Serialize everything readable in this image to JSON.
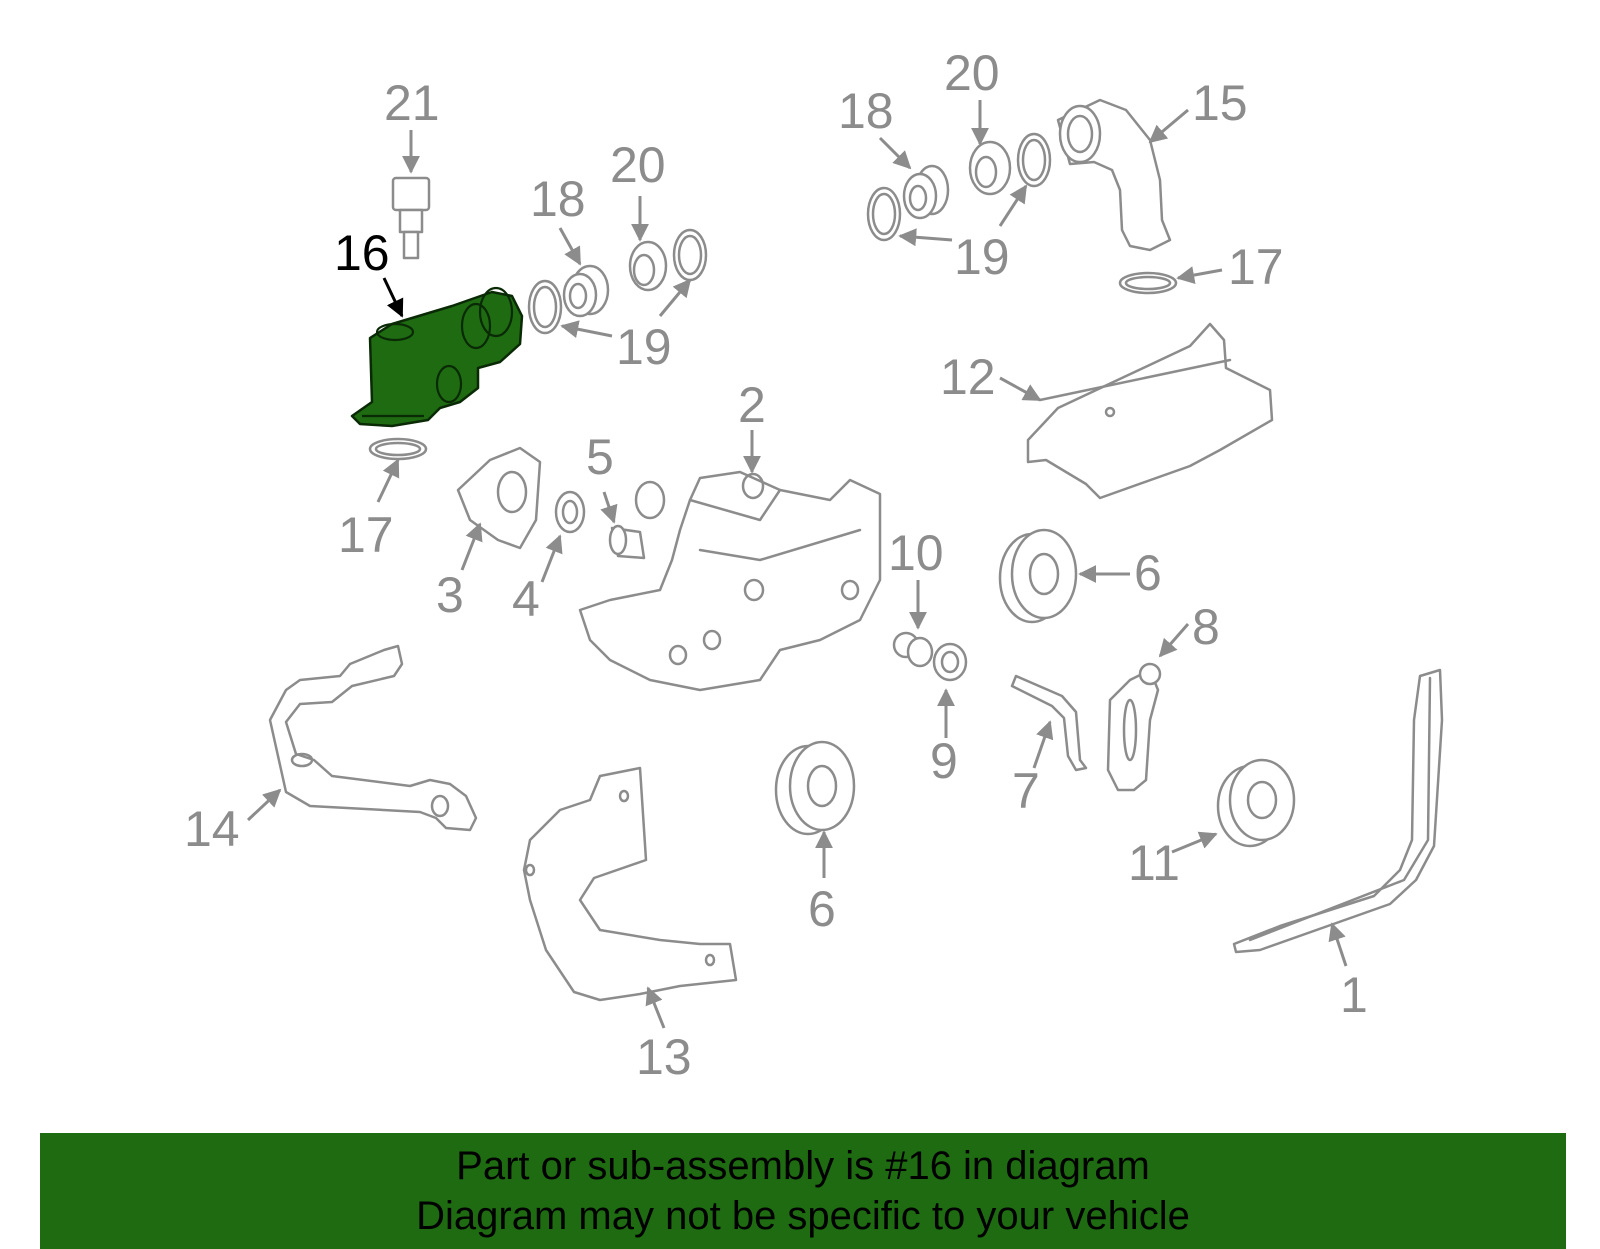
{
  "colors": {
    "highlight": "#1e6b12",
    "outline": "#8c8c8c",
    "banner": "#1e6b12"
  },
  "callouts": [
    "21",
    "16",
    "18",
    "20",
    "19",
    "17",
    "2",
    "5",
    "3",
    "4",
    "10",
    "6",
    "12",
    "18",
    "20",
    "15",
    "19",
    "17",
    "8",
    "9",
    "7",
    "14",
    "13",
    "6",
    "11",
    "1"
  ],
  "banner": {
    "line1": "Part or sub-assembly is #16 in diagram",
    "line2": "Diagram may not be specific to your vehicle"
  }
}
